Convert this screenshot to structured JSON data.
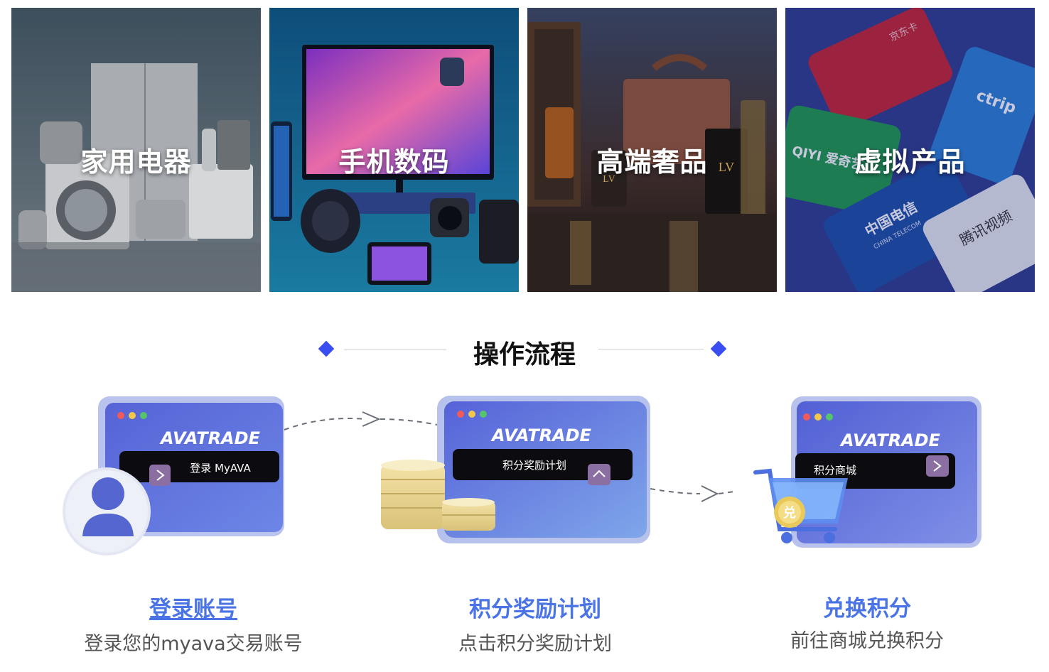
{
  "categories": [
    {
      "label": "家用电器",
      "icon": "home-appliance-image"
    },
    {
      "label": "手机数码",
      "icon": "digital-devices-image"
    },
    {
      "label": "高端奢品",
      "icon": "luxury-goods-image"
    },
    {
      "label": "虚拟产品",
      "icon": "gift-cards-image"
    }
  ],
  "cards": {
    "jd": "京东卡",
    "iqiyi": "QIYI 爱奇艺",
    "telecom": "中国电信",
    "telecom_en": "CHINA TELECOM",
    "tencent": "腾讯视频",
    "ctrip": "ctrip"
  },
  "process": {
    "title": "操作流程",
    "accent_color": "#3a4df0",
    "steps": [
      {
        "brand": "AVATRADE",
        "pill": "登录 MyAVA",
        "title": "登录账号",
        "desc": "登录您的myava交易账号"
      },
      {
        "brand": "AVATRADE",
        "pill": "积分奖励计划",
        "title": "积分奖励计划",
        "desc": "点击积分奖励计划"
      },
      {
        "brand": "AVATRADE",
        "pill": "积分商城",
        "badge": "兑",
        "title": "兑换积分",
        "desc": "前往商城兑换积分"
      }
    ]
  }
}
